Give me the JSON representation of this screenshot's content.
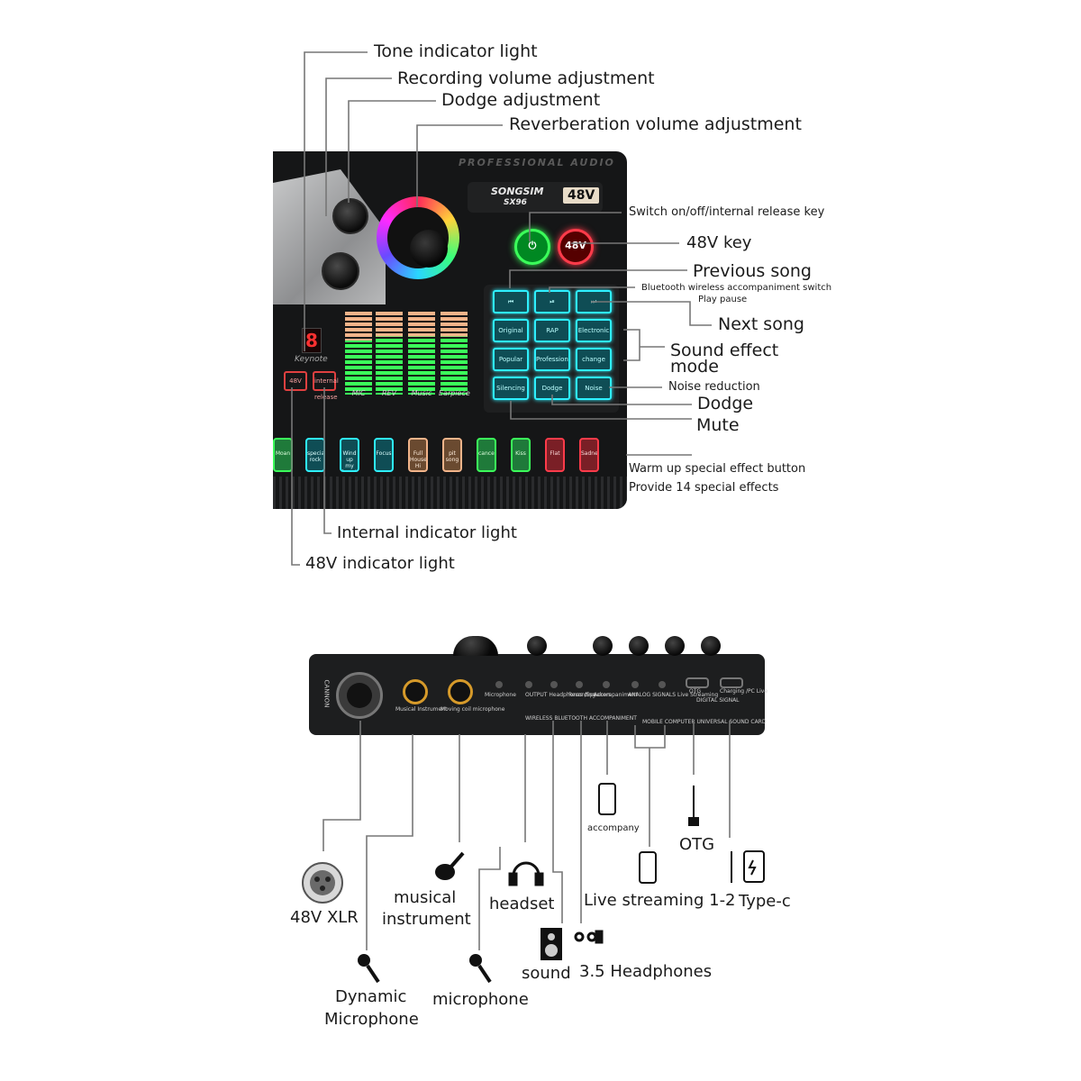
{
  "top_labels": {
    "tone_indicator": "Tone indicator light",
    "recording_volume": "Recording volume adjustment",
    "dodge_adjustment": "Dodge adjustment",
    "reverb_volume": "Reverberation volume adjustment",
    "switch_key": "Switch on/off/internal release key",
    "key_48v": "48V  key",
    "previous_song": "Previous song",
    "bt_switch": "Bluetooth wireless accompaniment switch",
    "play_pause": "Play pause",
    "next_song": "Next song",
    "sound_effect_1": "Sound effect",
    "sound_effect_2": "mode",
    "noise_reduction": "Noise reduction",
    "dodge": "Dodge",
    "mute": "Mute",
    "warm_up": "Warm up special effect button",
    "provide_14": "Provide 14 special effects",
    "internal_indicator": "Internal indicator light",
    "indicator_48v": "48V indicator light"
  },
  "device_top": {
    "brand": "PROFESSIONAL AUDIO",
    "logo_name": "SONGSIM",
    "logo_model": "SX96",
    "logo_48v": "48V",
    "power_label": "⏻",
    "btn_48v_label": "48V",
    "keynote_digit": "8",
    "keynote_label": "Keynote",
    "ind_48v": "48V",
    "ind_internal": "internal release",
    "pad_buttons": [
      "⏮",
      "⏯",
      "⏭",
      "Original sound",
      "RAP",
      "Electronic Music",
      "Popular",
      "Professional",
      "change voice",
      "Silencing original",
      "Dodge",
      "Noise reduction"
    ],
    "meters": [
      "MIC",
      "REV",
      "Music",
      "Earpiece"
    ],
    "fx_buttons": [
      "Moan",
      "special rock",
      "Wind up my heart",
      "Focus",
      "Full House Hi",
      "pit song",
      "cancel",
      "Kiss",
      "Flat",
      "Sadness"
    ],
    "colors": {
      "cyan": "#2ef0ff",
      "green": "#3bff5a",
      "red": "#ff3b4a",
      "peach": "#f2b48a"
    }
  },
  "device_rear": {
    "cannon": "CANNON",
    "jack1": "Musical Instrument",
    "jack2": "Moving coil microphone",
    "port_labels": [
      "Microphone",
      "OUTPUT Headphones /Speakers",
      "Recording",
      "Accompaniment",
      "ANALOG SIGNALS Live Streaming",
      "OTG",
      "Charging /PC Live"
    ],
    "wireless": "WIRELESS BLUETOOTH ACCOMPANIMENT",
    "mobile": "MOBILE COMPUTER UNIVERSAL SOUND CARD",
    "digital": "DIGITAL SIGNAL"
  },
  "bottom_labels": {
    "xlr": "48V XLR",
    "musical_1": "musical",
    "musical_2": "instrument",
    "headset": "headset",
    "accompany": "accompany",
    "otg": "OTG",
    "live": "Live streaming 1-2",
    "typec": "Type-c",
    "dynamic_1": "Dynamic",
    "dynamic_2": "Microphone",
    "microphone": "microphone",
    "sound": "sound",
    "headphones": "3.5 Headphones"
  },
  "icons": [
    "xlr-plug-icon",
    "guitar-icon",
    "headset-icon",
    "phone-icon",
    "otg-cable-icon",
    "typec-charger-icon",
    "dynamic-mic-icon",
    "mic-icon",
    "speaker-icon",
    "earphones-icon"
  ]
}
